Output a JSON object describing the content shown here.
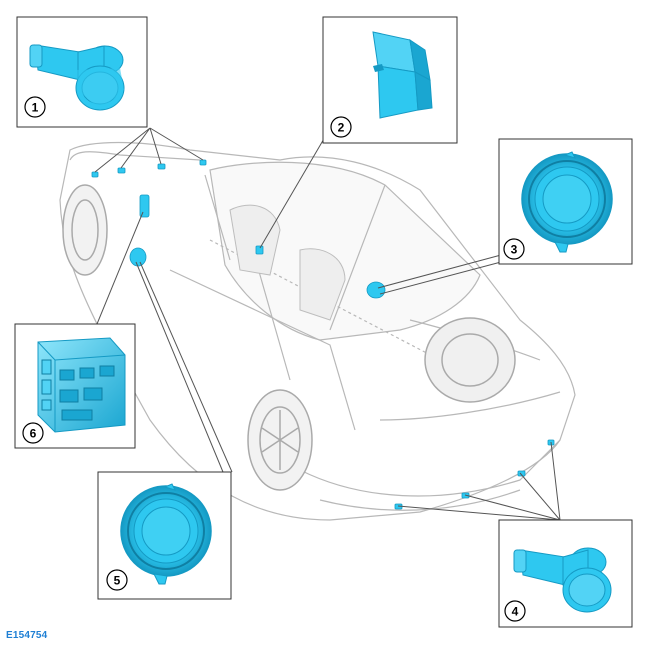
{
  "figure": {
    "id_label": "E154754",
    "colors": {
      "part": "#2ec8f0",
      "part_dark": "#159ac4",
      "part_light": "#8fe6fb",
      "car_line": "#b8b8b8",
      "callout_line": "#555555"
    }
  },
  "callouts": [
    {
      "number": "1",
      "part_icon": "parking-sensor-icon"
    },
    {
      "number": "2",
      "part_icon": "control-module-icon"
    },
    {
      "number": "3",
      "part_icon": "speaker-icon"
    },
    {
      "number": "4",
      "part_icon": "parking-sensor-icon"
    },
    {
      "number": "5",
      "part_icon": "speaker-icon"
    },
    {
      "number": "6",
      "part_icon": "body-control-module-icon"
    }
  ]
}
